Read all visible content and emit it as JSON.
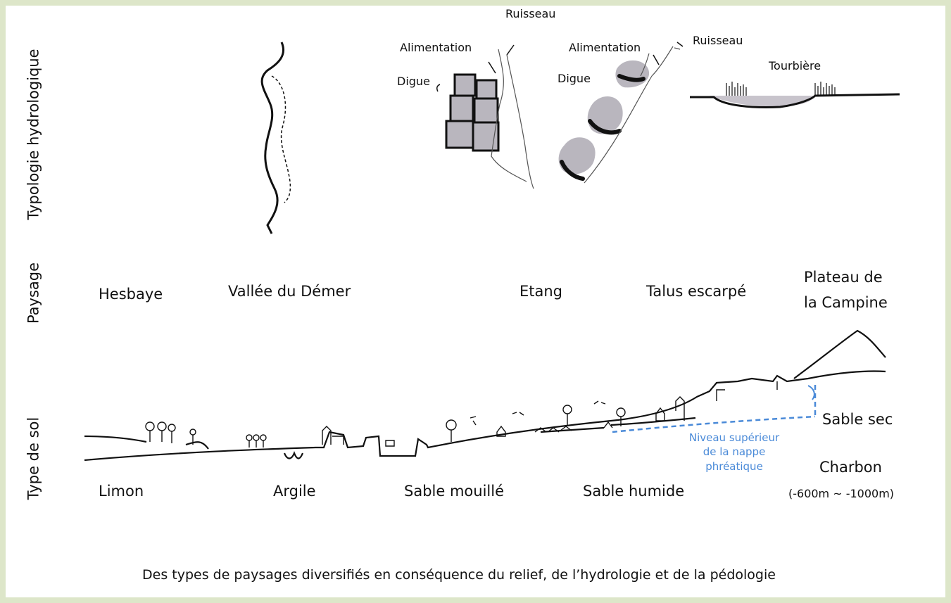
{
  "row_labels": {
    "hydrology": "Typologie hydrologique",
    "landscape": "Paysage",
    "soil": "Type de sol"
  },
  "sketch_labels": {
    "ruisseau_1": "Ruisseau",
    "alimentation_1": "Alimentation",
    "digue_1": "Digue",
    "ruisseau_2": "Ruisseau",
    "alimentation_2": "Alimentation",
    "digue_2": "Digue",
    "tourbiere": "Tourbière"
  },
  "landscapes": {
    "hesbaye": "Hesbaye",
    "vallee": "Vallée du Démer",
    "etang": "Etang",
    "talus": "Talus escarpé",
    "plateau_line1": "Plateau de",
    "plateau_line2": "la Campine"
  },
  "soils": {
    "limon": "Limon",
    "argile": "Argile",
    "sable_mouille": "Sable mouillé",
    "sable_humide": "Sable humide",
    "sable_sec": "Sable sec",
    "charbon": "Charbon",
    "charbon_depth": "(-600m ~ -1000m)"
  },
  "water_table": {
    "line1": "Niveau supérieur",
    "line2": "de la nappe",
    "line3": "phréatique",
    "color": "#4a8ad8"
  },
  "caption": "Des types de paysages diversifiés en conséquence du relief, de l’hydrologie et de la pédologie",
  "colors": {
    "border": "#dde6c9",
    "pond_fill": "#b9b6be",
    "ink": "#111111"
  }
}
